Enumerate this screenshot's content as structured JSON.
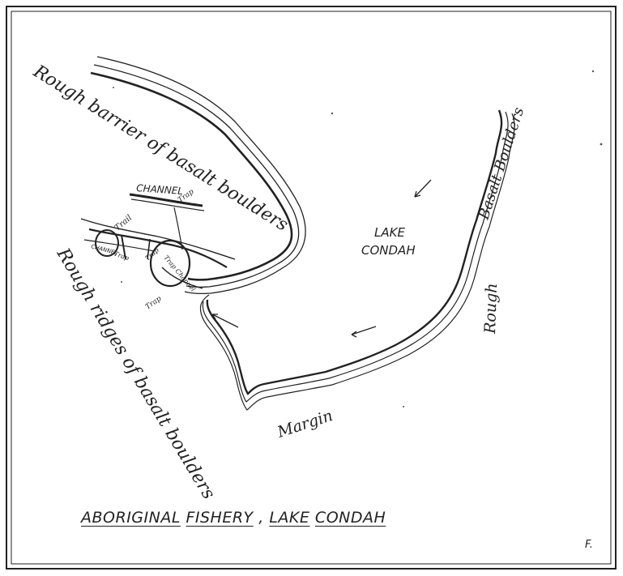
{
  "labels": {
    "barrier": "Rough barrier of basalt boulders",
    "ridges": "Rough ridges of basalt boulders",
    "basalt_right": "Basalt Boulders",
    "rough": "Rough",
    "margin": "Margin",
    "lake_line1": "LAKE",
    "lake_line2": "CONDAH",
    "channel_top": "CHANNEL",
    "trap_1": "Trap",
    "trail": "Trail",
    "channel_small": "CHANNEL",
    "trap_2": "Trap",
    "trap_3": "Trap",
    "trap_channel": "Trap Channel",
    "trap_4": "Trap"
  },
  "caption": {
    "word1": "ABORIGINAL",
    "word2": "FISHERY",
    "separator": ",",
    "word3": "LAKE",
    "word4": "CONDAH"
  },
  "signature": "F.",
  "colors": {
    "ink": "#222222",
    "paper": "#ffffff"
  }
}
